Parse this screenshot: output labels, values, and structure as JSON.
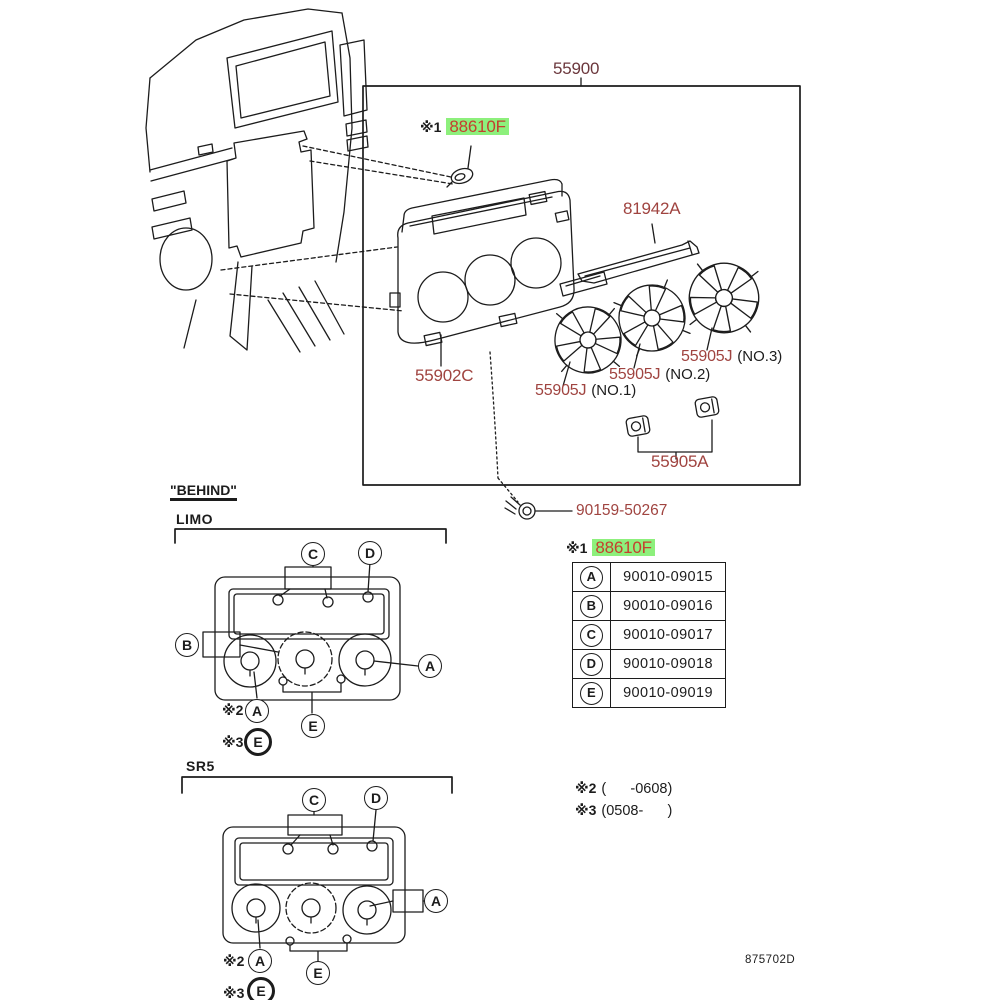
{
  "page": {
    "footer_code": "875702D"
  },
  "colors": {
    "part_red": "#a04440",
    "assembly_maroon": "#6b373c",
    "highlight_green": "#8df07c",
    "highlight_text_red": "#c4402e",
    "line_black": "#1c1c1c"
  },
  "main_box": {
    "assembly_label": "55900",
    "screw_marker": {
      "prefix": "※1",
      "part": "88610F"
    },
    "faceplate_label": "55902C",
    "garnish_label": "81942A",
    "knobs": [
      {
        "part": "55905J",
        "position": "(NO.1)"
      },
      {
        "part": "55905J",
        "position": "(NO.2)"
      },
      {
        "part": "55905J",
        "position": "(NO.3)"
      }
    ],
    "bulb_socket_label": "55905A"
  },
  "screw_part": "90159-50267",
  "bulb_table": {
    "title_prefix": "※1",
    "title_part": "88610F",
    "rows": [
      {
        "letter": "A",
        "part": "90010-09015"
      },
      {
        "letter": "B",
        "part": "90010-09016"
      },
      {
        "letter": "C",
        "part": "90010-09017"
      },
      {
        "letter": "D",
        "part": "90010-09018"
      },
      {
        "letter": "E",
        "part": "90010-09019"
      }
    ]
  },
  "behind_label": "\"BEHIND\"",
  "limo": {
    "grade_label": "LIMO",
    "callouts": {
      "c": "C",
      "d": "D",
      "b": "B",
      "a_right": "A",
      "note2_mark": "※2",
      "note2_letter": "A",
      "e": "E",
      "note3_mark": "※3",
      "note3_letter": "E"
    }
  },
  "sr5": {
    "grade_label": "SR5",
    "callouts": {
      "c": "C",
      "d": "D",
      "a_right": "A",
      "note2_mark": "※2",
      "note2_letter": "A",
      "e": "E",
      "note3_mark": "※3",
      "note3_letter": "E"
    }
  },
  "date_notes": [
    {
      "mark": "※2",
      "range": "(      -0608)"
    },
    {
      "mark": "※3",
      "range": "(0508-      )"
    }
  ]
}
